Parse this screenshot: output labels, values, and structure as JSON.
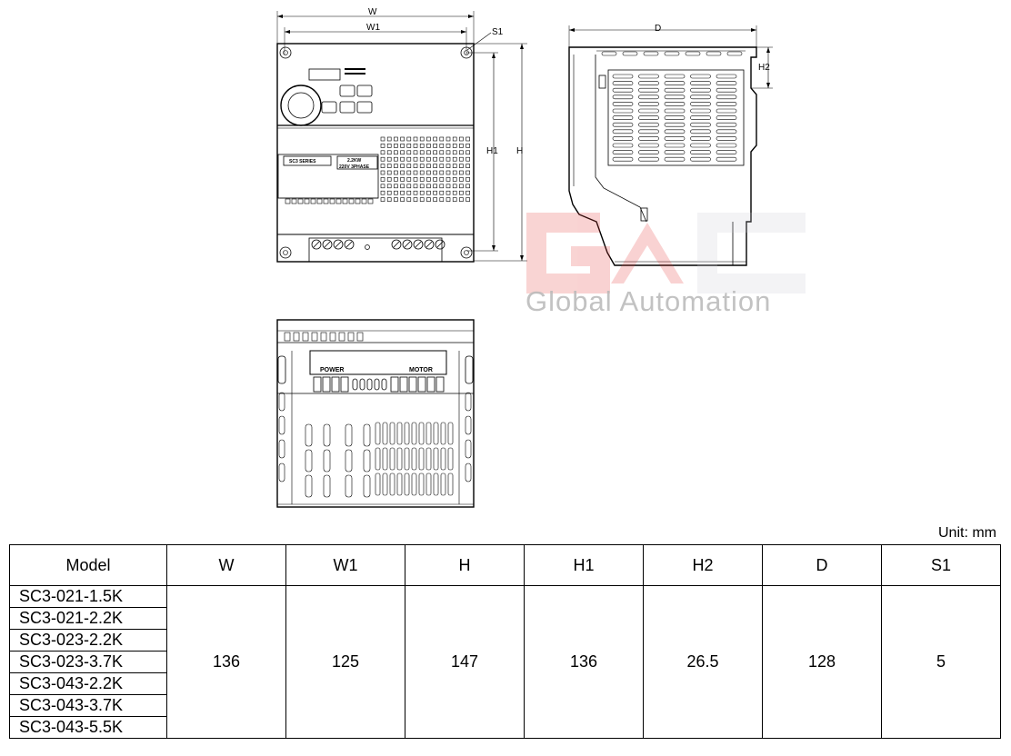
{
  "drawing": {
    "front_dims": {
      "w": "W",
      "w1": "W1",
      "s1": "S1",
      "h1": "H1",
      "h": "H"
    },
    "side_dims": {
      "d": "D",
      "h2": "H2"
    },
    "panel_labels": {
      "series": "SC3 SERIES",
      "power_rating": "2.2KW",
      "voltage": "220V 3PHASE",
      "power": "POWER",
      "motor": "MOTOR"
    },
    "watermark": {
      "logo": "GAC",
      "text": "Global Automation"
    }
  },
  "unit_label": "Unit: mm",
  "table": {
    "headers": [
      "Model",
      "W",
      "W1",
      "H",
      "H1",
      "H2",
      "D",
      "S1"
    ],
    "models": [
      "SC3-021-1.5K",
      "SC3-021-2.2K",
      "SC3-023-2.2K",
      "SC3-023-3.7K",
      "SC3-043-2.2K",
      "SC3-043-3.7K",
      "SC3-043-5.5K"
    ],
    "values": [
      "136",
      "125",
      "147",
      "136",
      "26.5",
      "128",
      "5"
    ]
  }
}
